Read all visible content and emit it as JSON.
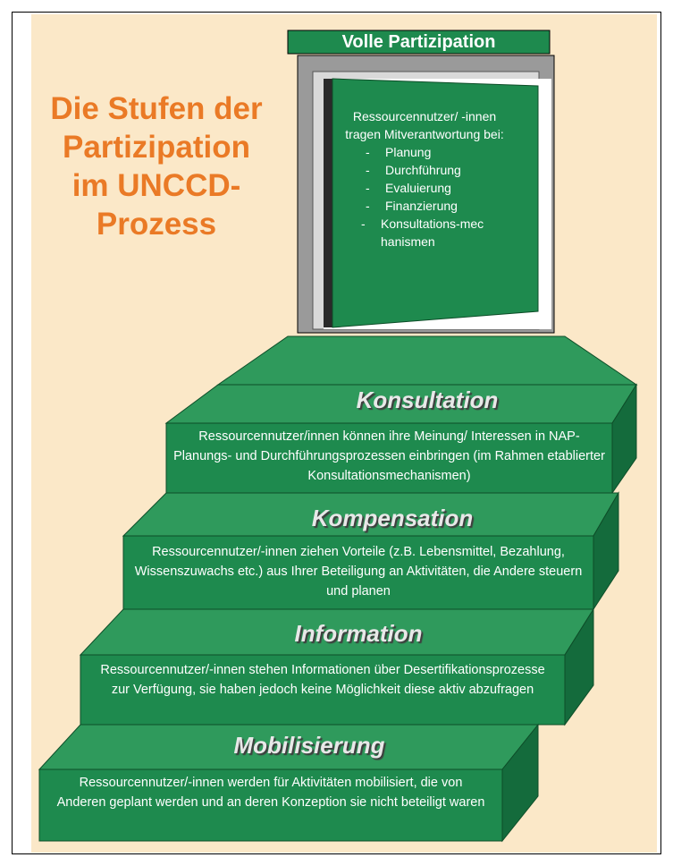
{
  "title": "Die Stufen der Partizipation im UNCCD-Prozess",
  "door": {
    "title": "Volle Partizipation",
    "intro": "Ressourcennutzer/ -innen tragen Mitverantwortung bei:",
    "items": [
      "Planung",
      "Durchführung",
      "Evaluierung",
      "Finanzierung",
      "Konsultations-mechanismen"
    ]
  },
  "steps": [
    {
      "title": "Konsultation",
      "text": "Ressourcennutzer/innen können ihre Meinung/ Interessen in NAP-Planungs- und Durchführungsprozessen einbringen (im Rahmen etablierter Konsultationsmechanismen)"
    },
    {
      "title": "Kompensation",
      "text": "Ressourcennutzer/-innen ziehen Vorteile (z.B. Lebensmittel, Bezahlung, Wissenszuwachs etc.) aus Ihrer Beteiligung an Aktivitäten, die Andere steuern und planen"
    },
    {
      "title": "Information",
      "text": "Ressourcennutzer/-innen stehen Informationen über Desertifikationsprozesse zur Verfügung, sie haben jedoch keine Möglichkeit diese aktiv abzufragen"
    },
    {
      "title": "Mobilisierung",
      "text": "Ressourcennutzer/-innen werden für Aktivitäten mobilisiert, die von Anderen geplant werden und an deren Konzeption sie nicht beteiligt waren"
    }
  ],
  "colors": {
    "green": "#1e8a4e",
    "green_top": "#2f9a5c",
    "green_side": "#146b3c",
    "title_orange": "#ea7a26",
    "background": "#fbe8c8"
  }
}
